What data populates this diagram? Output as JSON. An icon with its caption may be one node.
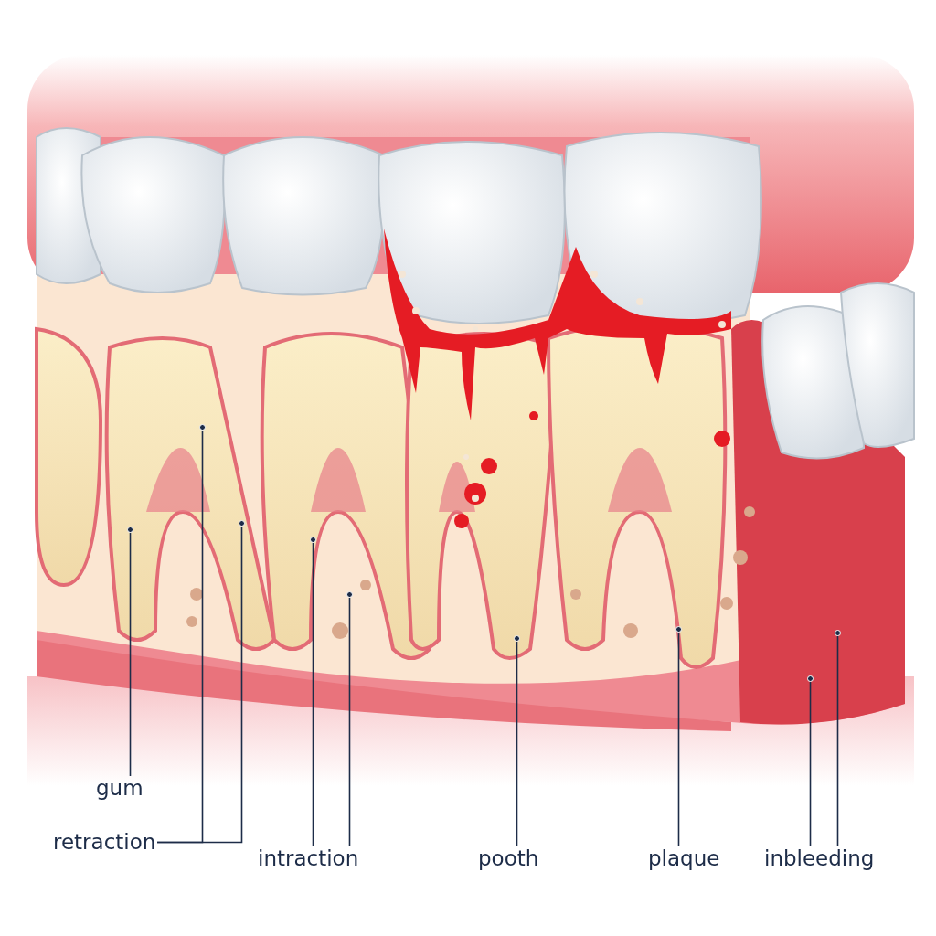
{
  "diagram": {
    "nodes": [
      {
        "text": [
          "gum"
        ]
      },
      {
        "text": [
          "retraction"
        ]
      },
      {
        "text": [
          "intraction"
        ]
      },
      {
        "text": [
          "pooth"
        ]
      },
      {
        "text": [
          "plaque"
        ]
      },
      {
        "text": [
          "inbleeding"
        ]
      },
      {
        "text": [],
        "shape": "circle"
      },
      {
        "text": [],
        "shape": "circle"
      },
      {
        "text": [],
        "shape": "circle"
      },
      {
        "text": [],
        "shape": "circle"
      },
      {
        "text": [],
        "shape": "circle"
      },
      {
        "text": [],
        "shape": "circle"
      },
      {
        "text": [],
        "shape": "circle"
      },
      {
        "text": [],
        "shape": "circle"
      },
      {
        "text": [],
        "shape": "circle"
      }
    ],
    "edges": [
      {
        "from": 0,
        "to": 6,
        "arrow": "none"
      },
      {
        "from": 1,
        "to": 7,
        "arrow": "none"
      },
      {
        "from": 1,
        "to": 8,
        "arrow": "none"
      },
      {
        "from": 2,
        "to": 9,
        "arrow": "none"
      },
      {
        "from": 2,
        "to": 10,
        "arrow": "none"
      },
      {
        "from": 3,
        "to": 11,
        "arrow": "none"
      },
      {
        "from": 4,
        "to": 12,
        "arrow": "none"
      },
      {
        "from": 5,
        "to": 13,
        "arrow": "none"
      },
      {
        "from": 5,
        "to": 14,
        "arrow": "none"
      }
    ]
  }
}
